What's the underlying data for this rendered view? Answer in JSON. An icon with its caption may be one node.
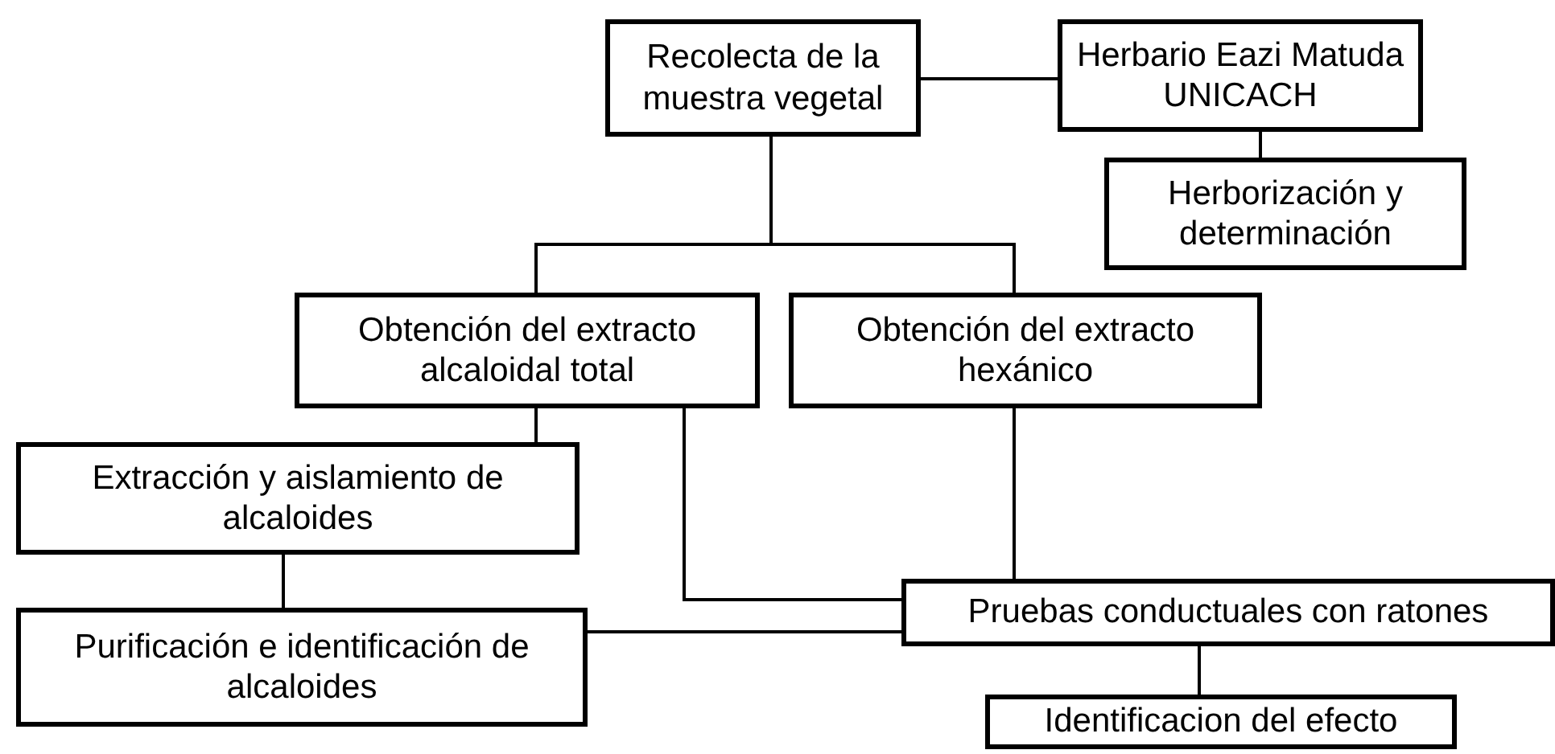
{
  "diagram": {
    "nodes": [
      {
        "text": [
          "Recolecta de la muestra vegetal"
        ]
      },
      {
        "text": [
          "Herbario Eazi Matuda UNICACH"
        ]
      },
      {
        "text": [
          "Herborización y determinación"
        ]
      },
      {
        "text": [
          "Obtención del extracto alcaloidal total"
        ]
      },
      {
        "text": [
          "Obtención del extracto hexánico"
        ]
      },
      {
        "text": [
          "Extracción y aislamiento de alcaloides"
        ]
      },
      {
        "text": [
          "Purificación e identificación de alcaloides"
        ]
      },
      {
        "text": [
          "Pruebas conductuales con ratones"
        ]
      },
      {
        "text": [
          "Identificacion del efecto"
        ]
      }
    ],
    "edges": [
      {
        "from": 0,
        "to": 1,
        "arrow": "none"
      },
      {
        "from": 1,
        "to": 2,
        "arrow": "none"
      },
      {
        "from": 0,
        "to": 3,
        "arrow": "none"
      },
      {
        "from": 0,
        "to": 4,
        "arrow": "none"
      },
      {
        "from": 3,
        "to": 5,
        "arrow": "none"
      },
      {
        "from": 5,
        "to": 6,
        "arrow": "none"
      },
      {
        "from": 3,
        "to": 7,
        "arrow": "none"
      },
      {
        "from": 4,
        "to": 7,
        "arrow": "none"
      },
      {
        "from": 6,
        "to": 7,
        "arrow": "none"
      },
      {
        "from": 7,
        "to": 8,
        "arrow": "none"
      }
    ]
  }
}
